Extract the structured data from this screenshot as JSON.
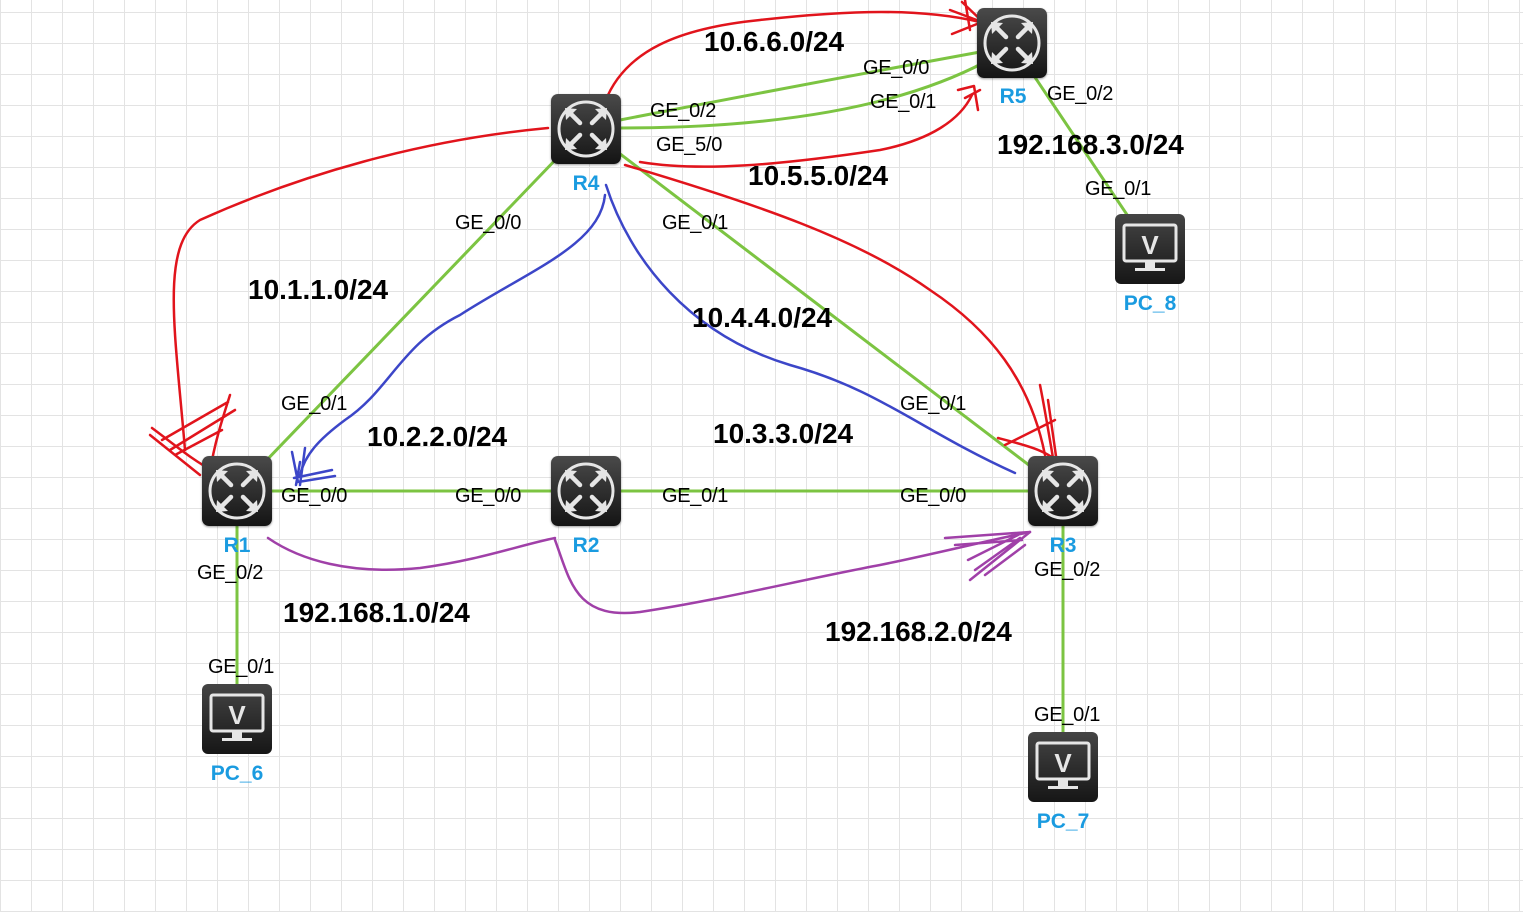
{
  "colors": {
    "link": "#7cc442",
    "device_label": "#1a9be0",
    "arrow_red": "#e1141c",
    "arrow_blue": "#3c46c8",
    "arrow_purple": "#a040a8"
  },
  "devices": {
    "r1": {
      "label": "R1",
      "icon": "router-icon"
    },
    "r2": {
      "label": "R2",
      "icon": "router-icon"
    },
    "r3": {
      "label": "R3",
      "icon": "router-icon"
    },
    "r4": {
      "label": "R4",
      "icon": "router-icon"
    },
    "r5": {
      "label": "R5",
      "icon": "router-icon"
    },
    "pc6": {
      "label": "PC_6",
      "icon": "pc-icon"
    },
    "pc7": {
      "label": "PC_7",
      "icon": "pc-icon"
    },
    "pc8": {
      "label": "PC_8",
      "icon": "pc-icon"
    }
  },
  "networks": {
    "n10_6_6": "10.6.6.0/24",
    "n10_5_5": "10.5.5.0/24",
    "n192_168_3": "192.168.3.0/24",
    "n10_1_1": "10.1.1.0/24",
    "n10_4_4": "10.4.4.0/24",
    "n10_2_2": "10.2.2.0/24",
    "n10_3_3": "10.3.3.0/24",
    "n192_168_1": "192.168.1.0/24",
    "n192_168_2": "192.168.2.0/24"
  },
  "ports": {
    "r5_ge00": "GE_0/0",
    "r5_ge01": "GE_0/1",
    "r5_ge02": "GE_0/2",
    "r4_ge02": "GE_0/2",
    "r4_ge50": "GE_5/0",
    "r4_ge00": "GE_0/0",
    "r4_ge01": "GE_0/1",
    "pc8_ge01": "GE_0/1",
    "r1_ge01": "GE_0/1",
    "r1_ge00": "GE_0/0",
    "r1_ge02": "GE_0/2",
    "r2_ge00": "GE_0/0",
    "r2_ge01": "GE_0/1",
    "r3_ge01": "GE_0/1",
    "r3_ge00": "GE_0/0",
    "r3_ge02": "GE_0/2",
    "pc6_ge01": "GE_0/1",
    "pc7_ge01": "GE_0/1"
  }
}
